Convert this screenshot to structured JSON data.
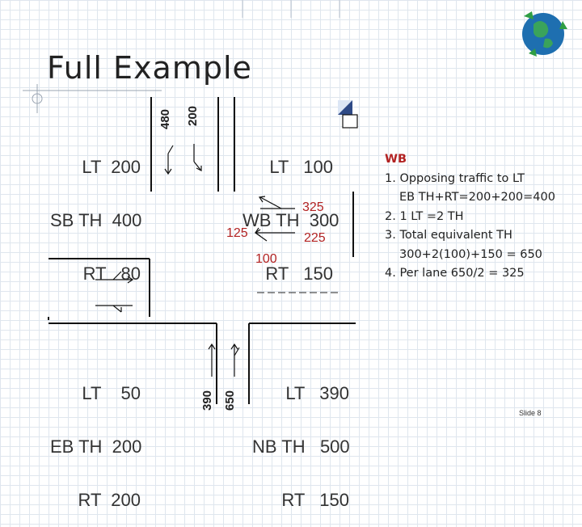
{
  "title": "Full Example",
  "approaches": {
    "sb": {
      "lines": [
        "LT  200",
        "SB TH  400",
        "RT   80"
      ]
    },
    "wb": {
      "lines": [
        "LT   100",
        "WB TH  300",
        "RT   150"
      ]
    },
    "eb": {
      "lines": [
        "LT    50",
        "EB TH  200",
        "RT  200"
      ]
    },
    "nb": {
      "lines": [
        "LT   390",
        "NB TH   500",
        "RT   150"
      ]
    }
  },
  "lane_volumes": {
    "sb_left": "480",
    "sb_right": "200",
    "nb_left": "390",
    "nb_right": "650",
    "wb_upper": "325",
    "wb_lower": "225",
    "wb_left_turn": "125",
    "wb_bottom": "100"
  },
  "notes": {
    "heading": "WB",
    "items": [
      "1. Opposing traffic to LT",
      "EB TH+RT=200+200=400",
      "2. 1 LT =2 TH",
      "3. Total equivalent TH",
      "300+2(100)+150 = 650",
      "4. Per lane 650/2 = 325"
    ]
  },
  "footer": "Slide 8",
  "colors": {
    "accent": "#b22222",
    "line": "#111111",
    "grid": "#dfe6ee"
  },
  "icons": [
    "recycle-globe-icon",
    "crosshair-icon"
  ]
}
